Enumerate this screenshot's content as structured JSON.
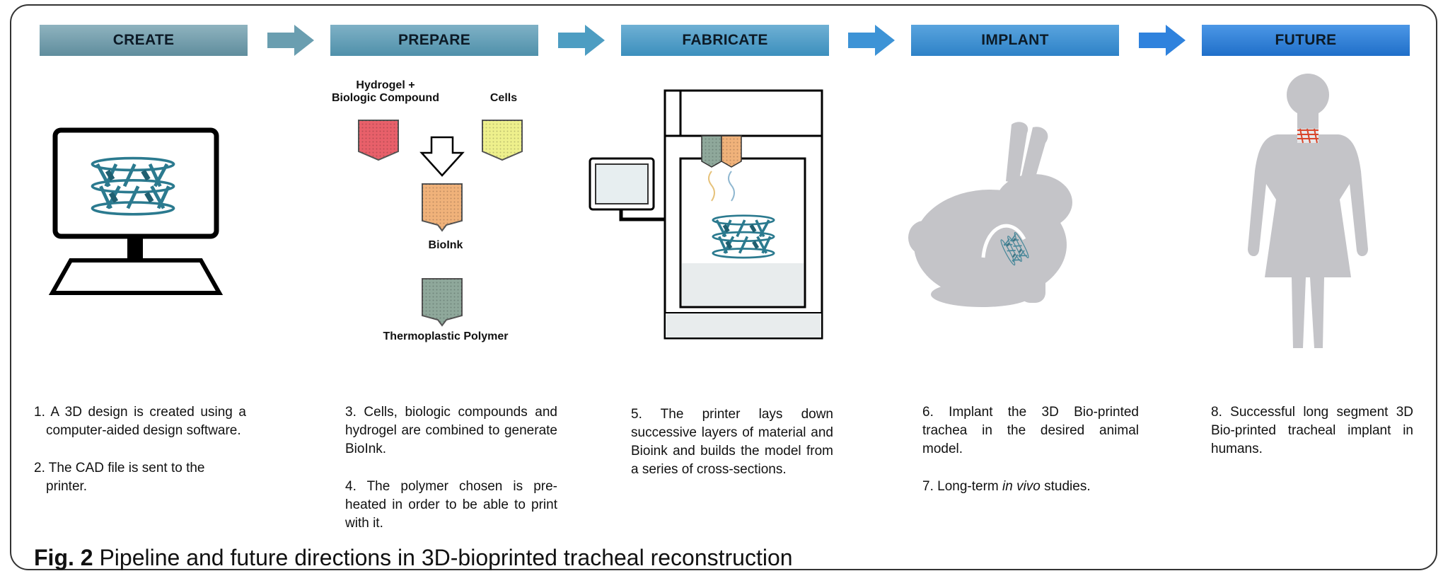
{
  "stages": [
    {
      "label": "CREATE"
    },
    {
      "label": "PREPARE"
    },
    {
      "label": "FABRICATE"
    },
    {
      "label": "IMPLANT"
    },
    {
      "label": "FUTURE"
    }
  ],
  "prepare_labels": {
    "hydrogel": "Hydrogel +\nBiologic Compound",
    "cells": "Cells",
    "bioink": "BioInk",
    "polymer": "Thermoplastic Polymer"
  },
  "steps": {
    "s1": "1. A 3D design is created using a computer-aided design software.",
    "s2": "2. The CAD file is sent to the printer.",
    "s3": "3. Cells, biologic compounds and hydrogel are combined to generate BioInk.",
    "s4": "4. The polymer chosen is pre-heated in order to be able to print with it.",
    "s5": "5. The printer lays down successive layers of material and Bioink and builds the model from a series of cross-sections.",
    "s6": "6. Implant the 3D Bio-printed trachea in the desired animal model.",
    "s7_prefix": "7. Long-term ",
    "s7_italic": "in vivo",
    "s7_suffix": " studies.",
    "s8": "8. Successful long segment 3D Bio-printed tracheal implant in humans."
  },
  "caption": {
    "label": "Fig. 2",
    "text": " Pipeline and future directions in 3D-bioprinted tracheal reconstruction"
  },
  "colors": {
    "teal": "#2b7a8f",
    "hydrogel": "#e8606a",
    "cells": "#eef08c",
    "bioink": "#f0b27a",
    "polymer": "#8fa89b",
    "silhouette": "#c4c4c8"
  }
}
